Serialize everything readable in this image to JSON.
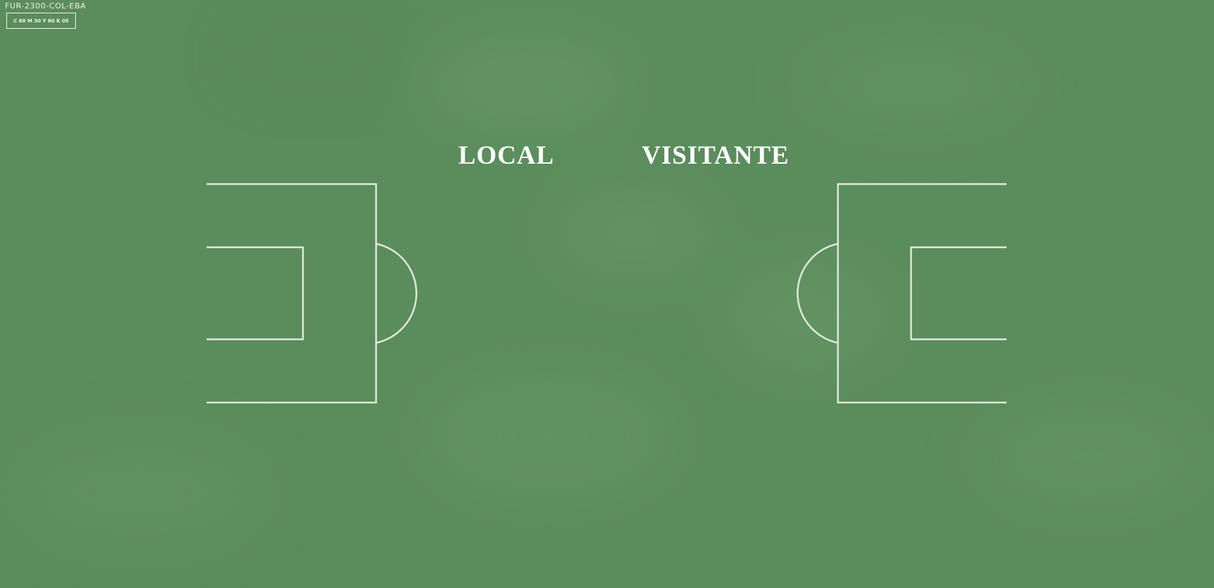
{
  "meta": {
    "product_code": "FUR-2300-COL-EBA",
    "color_spec": "C 60 M 30 Y 80 K 05"
  },
  "teams": {
    "home_label": "LOCAL",
    "away_label": "VISITANTE"
  },
  "colors": {
    "field": "#5b8c5c",
    "lines": "#dfe8da",
    "text": "#ffffff"
  }
}
